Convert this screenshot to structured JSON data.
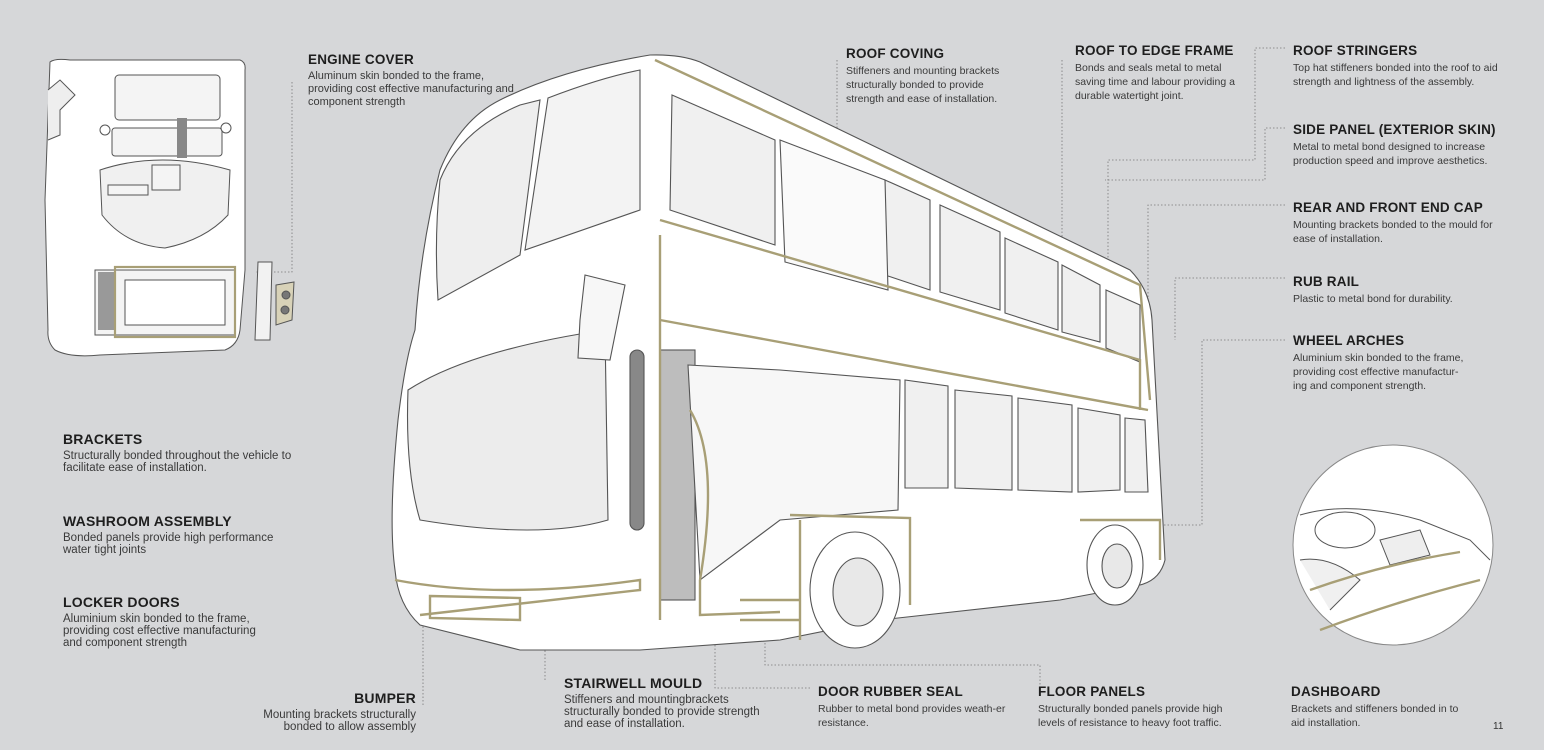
{
  "page": {
    "number": "11"
  },
  "colors": {
    "background": "#d6d7d9",
    "accent_bond": "#a89f76",
    "outline": "#555555",
    "panel_fill": "#ffffff"
  },
  "callouts": {
    "engine_cover": {
      "title": "ENGINE COVER",
      "desc": "Aluminum skin bonded to the frame, providing cost effective manufacturing and component strength"
    },
    "roof_coving": {
      "title": "ROOF COVING",
      "desc": "Stiffeners and mounting brackets structurally bonded to provide strength and ease of installation."
    },
    "roof_to_edge_frame": {
      "title": "ROOF TO EDGE FRAME",
      "desc": "Bonds and seals metal to metal saving time and labour providing a durable watertight joint."
    },
    "roof_stringers": {
      "title": "ROOF STRINGERS",
      "desc": "Top hat stiffeners bonded into the roof to aid strength and lightness of the assembly."
    },
    "side_panel": {
      "title": "SIDE PANEL (EXTERIOR SKIN)",
      "desc": "Metal to metal bond designed to increase production speed and improve aesthetics."
    },
    "end_cap": {
      "title": "REAR AND FRONT END CAP",
      "desc": "Mounting brackets bonded to the mould for ease of installation."
    },
    "rub_rail": {
      "title": "RUB RAIL",
      "desc": "Plastic to metal bond for durability."
    },
    "wheel_arches": {
      "title": "WHEEL ARCHES",
      "desc": "Aluminium skin bonded to the frame, providing cost effective manufactur-ing and component strength."
    },
    "brackets": {
      "title": "BRACKETS",
      "desc": "Structurally bonded throughout the vehicle to facilitate ease of installation."
    },
    "washroom": {
      "title": "WASHROOM ASSEMBLY",
      "desc": "Bonded panels provide high performance water tight joints"
    },
    "locker_doors": {
      "title": "LOCKER DOORS",
      "desc": "Aluminium skin bonded to the frame, providing cost effective manufacturing and component strength"
    },
    "bumper": {
      "title": "BUMPER",
      "desc": "Mounting brackets structurally bonded to allow assembly"
    },
    "stairwell_mould": {
      "title": "STAIRWELL MOULD",
      "desc": "Stiffeners and mountingbrackets structurally bonded to provide strength and ease of installation."
    },
    "door_rubber_seal": {
      "title": "DOOR RUBBER SEAL",
      "desc": "Rubber to metal bond provides weath-er resistance."
    },
    "floor_panels": {
      "title": "FLOOR PANELS",
      "desc": "Structurally bonded panels provide high levels of resistance to heavy foot traffic."
    },
    "dashboard": {
      "title": "DASHBOARD",
      "desc": "Brackets and stiffeners bonded in to aid installation."
    }
  }
}
